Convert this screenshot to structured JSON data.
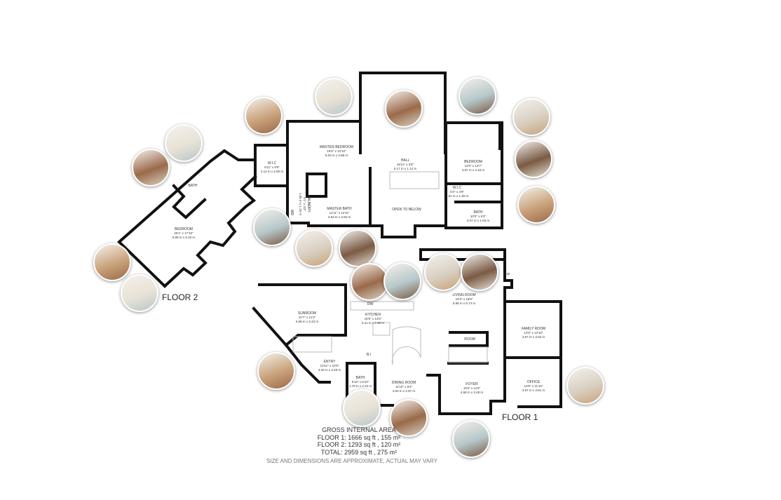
{
  "floors": {
    "floor2_label": "FLOOR 2",
    "floor1_label": "FLOOR 1"
  },
  "rooms_floor2": [
    {
      "name": "MASTER BEDROOM",
      "dims": "16'6\" x 12'10\"",
      "metric": "5.03 m x 3.88 m"
    },
    {
      "name": "W.I.C",
      "dims": "6'11\" x 9'6\"",
      "metric": "2.12 m x 2.90 m"
    },
    {
      "name": "HALL",
      "dims": "16'11\" x 3'8\"",
      "metric": "5.17 m x 1.12 m"
    },
    {
      "name": "BEDROOM",
      "dims": "13'0\" x 13'7\"",
      "metric": "3.97 m x 4.16 m"
    },
    {
      "name": "W.I.C",
      "dims": "5'3\" x 4'9\"",
      "metric": "1.61 m x 1.46 m"
    },
    {
      "name": "BATH",
      "dims": "10'0\" x 6'3\"",
      "metric": "3.07 m x 1.93 m"
    },
    {
      "name": "MASTER BATH",
      "dims": "11'11\" x 12'11\"",
      "metric": "3.63 m x 3.94 m"
    },
    {
      "name": "OPEN TO BELOW",
      "dims": "",
      "metric": ""
    },
    {
      "name": "BATH",
      "dims": "",
      "metric": ""
    },
    {
      "name": "BEDROOM",
      "dims": "20'1\" x 17'10\"",
      "metric": "6.88 m x 5.33 m"
    },
    {
      "name": "LAUNDRY",
      "dims": "6'1\" x 4'3\"",
      "metric": "1.85 m x 1.29 m"
    },
    {
      "name": "WD",
      "dims": "",
      "metric": ""
    }
  ],
  "rooms_floor1": [
    {
      "name": "SUNROOM",
      "dims": "21'7\" x 11'3\"",
      "metric": "6.58 m x 3.43 m"
    },
    {
      "name": "KITCHEN",
      "dims": "16'9\" x 14'6\"",
      "metric": "5.11 m x 4.38 m"
    },
    {
      "name": "LIVING ROOM",
      "dims": "19'3\" x 18'9\"",
      "metric": "5.86 m x 5.74 m"
    },
    {
      "name": "FAMILY ROOM",
      "dims": "12'8\" x 12'10\"",
      "metric": "3.87 m x 3.92 m"
    },
    {
      "name": "ROOM",
      "dims": "",
      "metric": ""
    },
    {
      "name": "ENTRY",
      "dims": "10'11\" x 10'9\"",
      "metric": "3.33 m x 3.29 m"
    },
    {
      "name": "BATH",
      "dims": "5'10\" x 6'10\"",
      "metric": "1.78 m x 2.10 m"
    },
    {
      "name": "DINING ROOM",
      "dims": "11'10\" x 9'4\"",
      "metric": "3.63 m x 2.87 m"
    },
    {
      "name": "FOYER",
      "dims": "15'0\" x 11'5\"",
      "metric": "4.58 m x 3.48 m"
    },
    {
      "name": "OFFICE",
      "dims": "12'8\" x 11'10\"",
      "metric": "3.87 m x 3.61 m"
    },
    {
      "name": "DW",
      "dims": "",
      "metric": ""
    },
    {
      "name": "B.I",
      "dims": "",
      "metric": ""
    },
    {
      "name": "FP",
      "dims": "",
      "metric": ""
    }
  ],
  "area": {
    "title": "GROSS INTERNAL AREA",
    "floor1": "FLOOR 1: 1666 sq ft , 155 m²",
    "floor2": "FLOOR 2: 1293 sq ft , 120 m²",
    "total": "TOTAL: 2959 sq ft , 275 m²"
  },
  "disclaimer": "SIZE AND DIMENSIONS ARE APPROXIMATE, ACTUAL MAY VARY",
  "colors": {
    "wall": "#111111",
    "photo_tones": [
      "#c9a27a",
      "#e8e2d6",
      "#9a6a4a",
      "#b7c7c9",
      "#d9d0c2",
      "#7a5a44"
    ]
  }
}
